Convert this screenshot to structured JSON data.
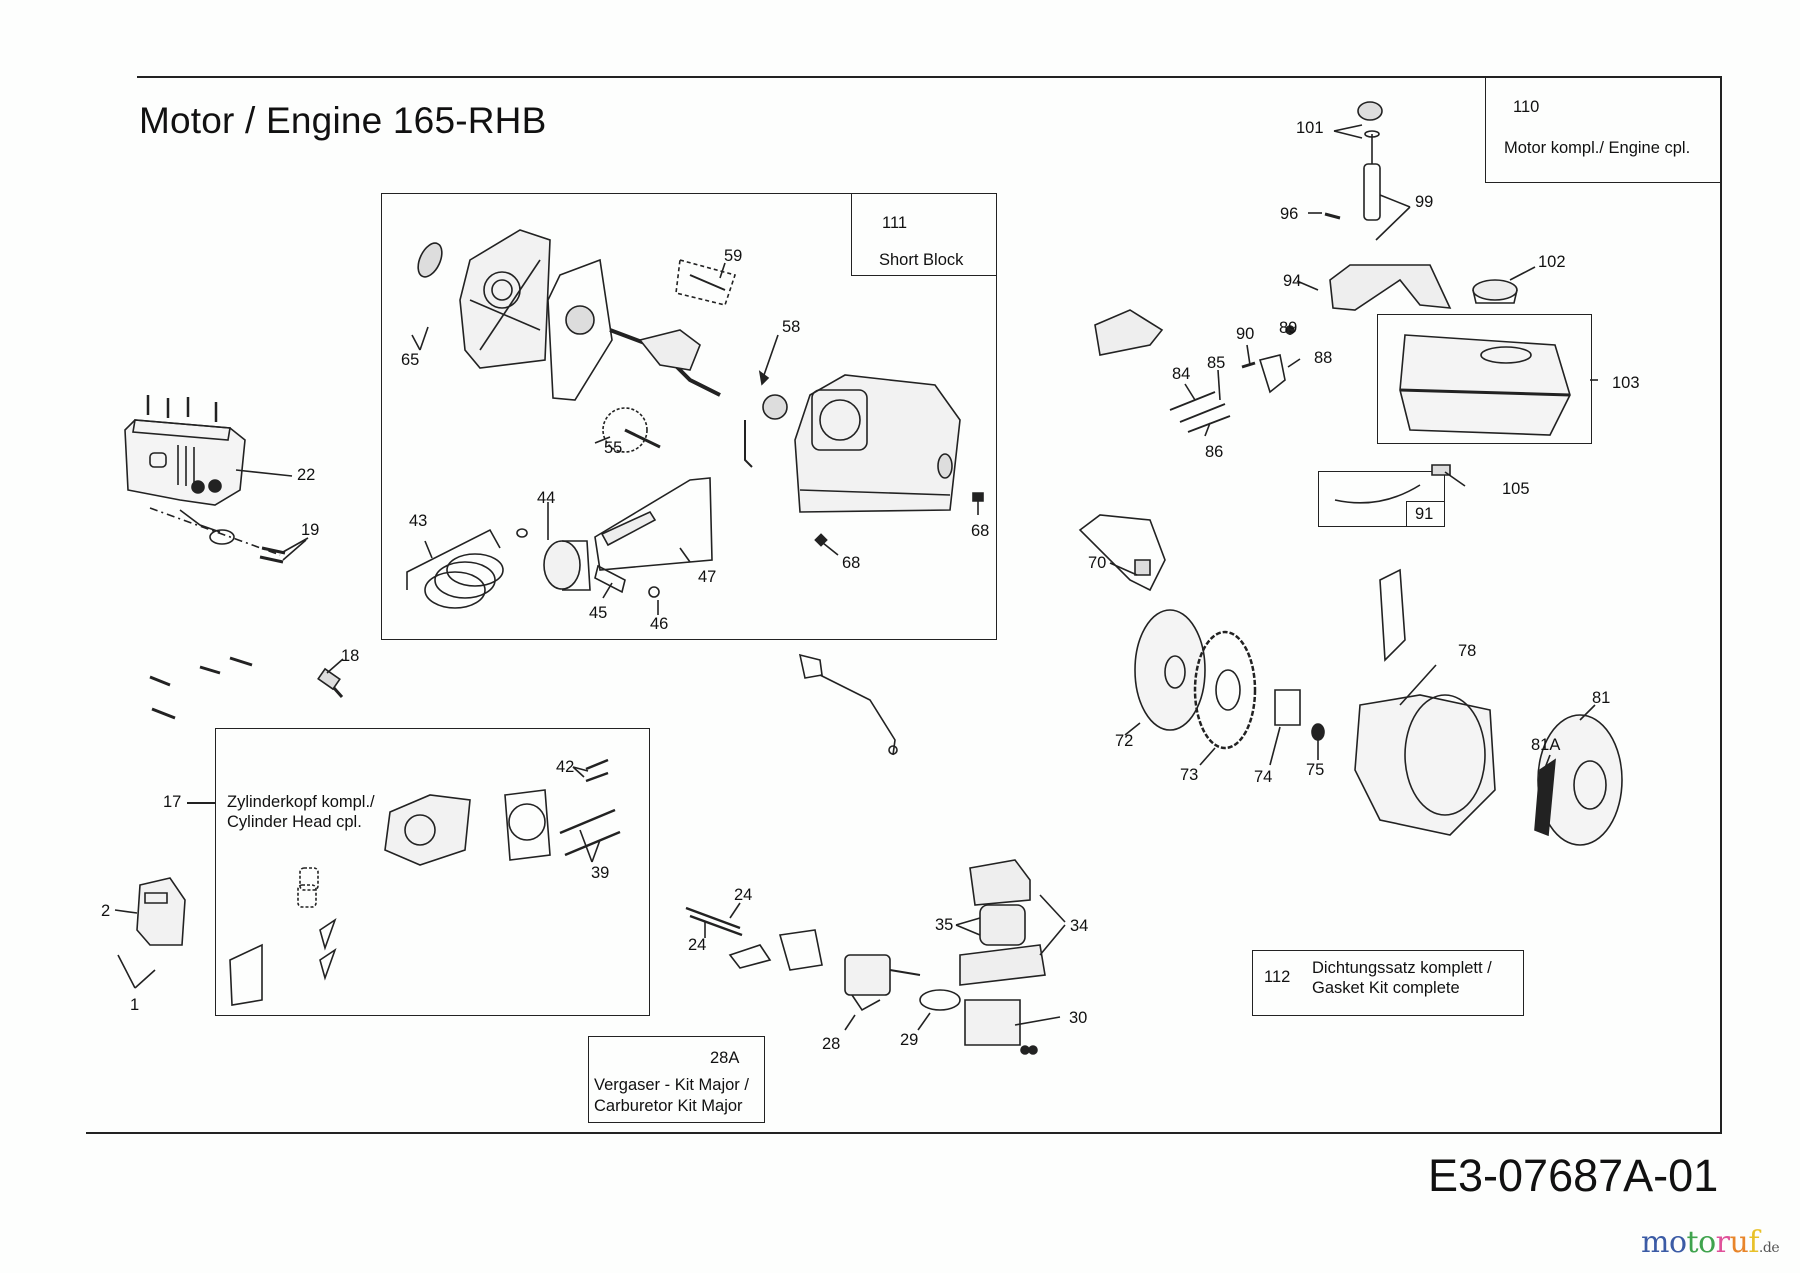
{
  "header": {
    "title": "Motor / Engine 165-RHB",
    "document_id": "E3-07687A-01"
  },
  "brand": {
    "name_letters": [
      {
        "ch": "m",
        "color": "#3b5ba5"
      },
      {
        "ch": "o",
        "color": "#3b5ba5"
      },
      {
        "ch": "t",
        "color": "#3fa34d"
      },
      {
        "ch": "o",
        "color": "#3fa34d"
      },
      {
        "ch": "r",
        "color": "#e0519a"
      },
      {
        "ch": "u",
        "color": "#e8852a"
      },
      {
        "ch": "f",
        "color": "#e8c12a"
      }
    ],
    "tld": ".de"
  },
  "kits": {
    "engine_complete": {
      "number": "110",
      "label": "Motor kompl./ Engine cpl."
    },
    "short_block": {
      "number": "111",
      "label": "Short Block"
    },
    "cylinder_head": {
      "number": "17",
      "line1": "Zylinderkopf kompl./",
      "line2": "Cylinder Head cpl."
    },
    "carburetor_kit": {
      "number": "28A",
      "line1": "Vergaser - Kit Major /",
      "line2": "Carburetor Kit Major"
    },
    "gasket_kit": {
      "number": "112",
      "line1": "Dichtungssatz komplett /",
      "line2": "Gasket Kit complete"
    },
    "fuel_line": {
      "number": "91"
    }
  },
  "callouts": [
    {
      "id": "22",
      "text": "22"
    },
    {
      "id": "19",
      "text": "19"
    },
    {
      "id": "65",
      "text": "65"
    },
    {
      "id": "59",
      "text": "59"
    },
    {
      "id": "58",
      "text": "58"
    },
    {
      "id": "55",
      "text": "55"
    },
    {
      "id": "43",
      "text": "43"
    },
    {
      "id": "44",
      "text": "44"
    },
    {
      "id": "47",
      "text": "47"
    },
    {
      "id": "45",
      "text": "45"
    },
    {
      "id": "46",
      "text": "46"
    },
    {
      "id": "68a",
      "text": "68"
    },
    {
      "id": "68b",
      "text": "68"
    },
    {
      "id": "18",
      "text": "18"
    },
    {
      "id": "42",
      "text": "42"
    },
    {
      "id": "39",
      "text": "39"
    },
    {
      "id": "2",
      "text": "2"
    },
    {
      "id": "1",
      "text": "1"
    },
    {
      "id": "24a",
      "text": "24"
    },
    {
      "id": "24b",
      "text": "24"
    },
    {
      "id": "28",
      "text": "28"
    },
    {
      "id": "29",
      "text": "29"
    },
    {
      "id": "30",
      "text": "30"
    },
    {
      "id": "34",
      "text": "34"
    },
    {
      "id": "35",
      "text": "35"
    },
    {
      "id": "101",
      "text": "101"
    },
    {
      "id": "99",
      "text": "99"
    },
    {
      "id": "96",
      "text": "96"
    },
    {
      "id": "94",
      "text": "94"
    },
    {
      "id": "102",
      "text": "102"
    },
    {
      "id": "103",
      "text": "103"
    },
    {
      "id": "105",
      "text": "105"
    },
    {
      "id": "90",
      "text": "90"
    },
    {
      "id": "89",
      "text": "89"
    },
    {
      "id": "88",
      "text": "88"
    },
    {
      "id": "84",
      "text": "84"
    },
    {
      "id": "85",
      "text": "85"
    },
    {
      "id": "86",
      "text": "86"
    },
    {
      "id": "70",
      "text": "70"
    },
    {
      "id": "72",
      "text": "72"
    },
    {
      "id": "73",
      "text": "73"
    },
    {
      "id": "74",
      "text": "74"
    },
    {
      "id": "75",
      "text": "75"
    },
    {
      "id": "78",
      "text": "78"
    },
    {
      "id": "81",
      "text": "81"
    },
    {
      "id": "81A",
      "text": "81A"
    }
  ]
}
